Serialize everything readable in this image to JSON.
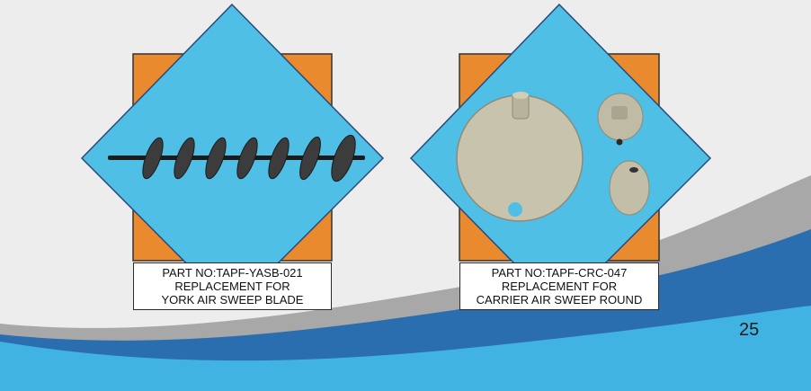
{
  "colors": {
    "background": "#ededed",
    "orange": "#ea8a2e",
    "diamond_blue": "#4fbfe6",
    "wave_dark": "#2a6eb0",
    "wave_light": "#41b3e3",
    "wave_gray": "#a8a8a8"
  },
  "products": [
    {
      "part_no": "PART NO:TAPF-YASB-021",
      "line2": "REPLACEMENT FOR",
      "line3": "YORK AIR SWEEP BLADE",
      "image": "auger-blade"
    },
    {
      "part_no": "PART NO:TAPF-CRC-047",
      "line2": "REPLACEMENT FOR",
      "line3": "CARRIER AIR SWEEP ROUND",
      "image": "round-discs"
    }
  ],
  "page_number": "25"
}
